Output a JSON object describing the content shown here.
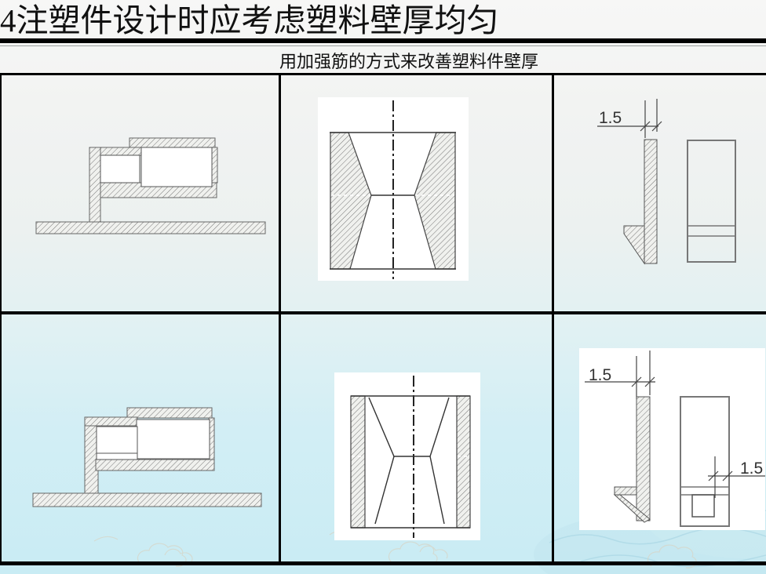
{
  "header": {
    "title": "4注塑件设计时应考虑塑料壁厚均匀",
    "subtitle": "用加强筋的方式来改善塑料件壁厚"
  },
  "drawings": {
    "top_right_dim": "1.5",
    "bottom_right_dim_wall": "1.5",
    "bottom_right_dim_side": "1.5"
  },
  "colors": {
    "table_border": "#000000",
    "background_top": "#f7f7f6",
    "background_bottom": "#c9ecf4",
    "panel": "#ffffff",
    "hatch_line": "#777777",
    "dimension_text": "#333333"
  }
}
